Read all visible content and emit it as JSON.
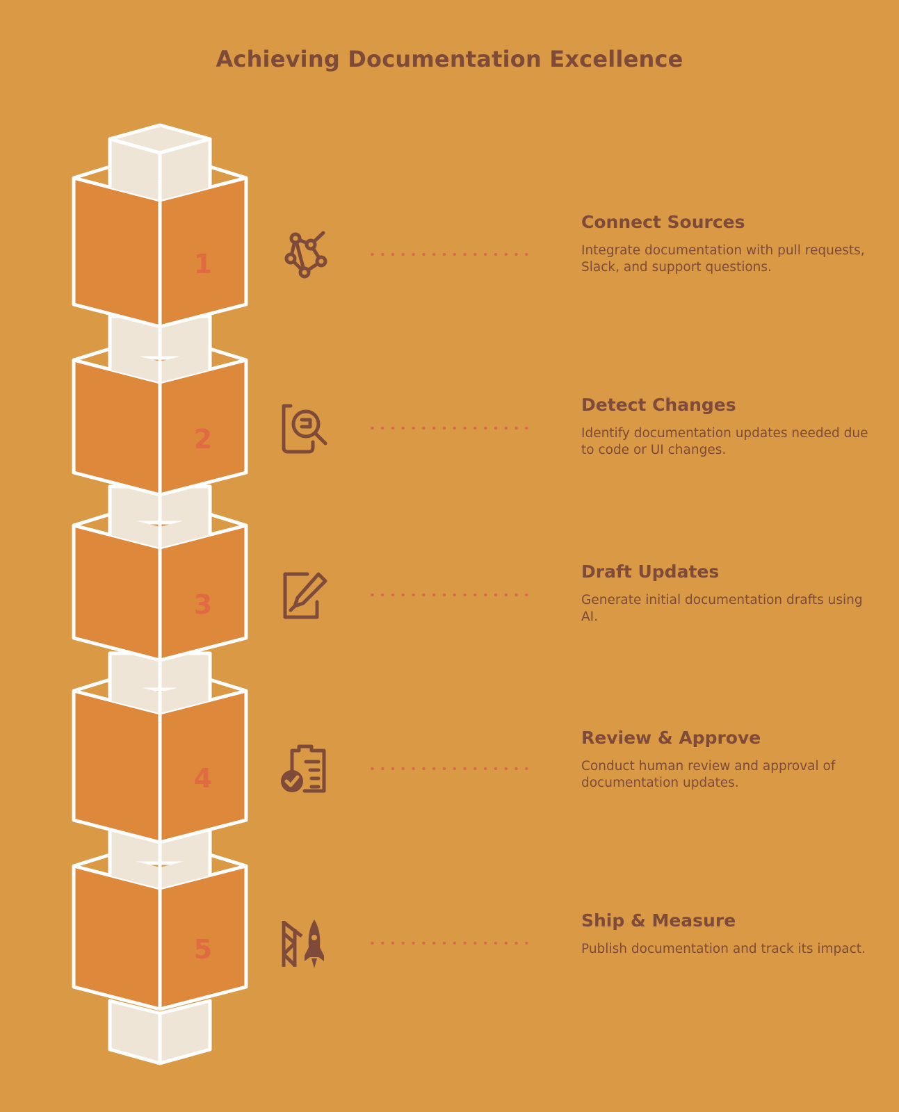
{
  "title": "Achieving Documentation Excellence",
  "colors": {
    "background": "#DA9944",
    "block_face": "#DD883A",
    "core": "#EEE5D6",
    "outline": "#FFFFFF",
    "number": "#E06A42",
    "text": "#7E4B3A",
    "dots": "#D76A4A"
  },
  "steps": [
    {
      "number": "1",
      "title": "Connect Sources",
      "description": "Integrate documentation with pull requests, Slack, and support questions.",
      "icon": "network-nodes-icon"
    },
    {
      "number": "2",
      "title": "Detect Changes",
      "description": "Identify documentation updates needed due to code or UI changes.",
      "icon": "document-search-icon"
    },
    {
      "number": "3",
      "title": "Draft Updates",
      "description": "Generate initial documentation drafts using AI.",
      "icon": "edit-pen-icon"
    },
    {
      "number": "4",
      "title": "Review & Approve",
      "description": "Conduct human review and approval of documentation updates.",
      "icon": "clipboard-check-icon"
    },
    {
      "number": "5",
      "title": "Ship & Measure",
      "description": "Publish documentation and track its impact.",
      "icon": "rocket-launch-icon"
    }
  ]
}
